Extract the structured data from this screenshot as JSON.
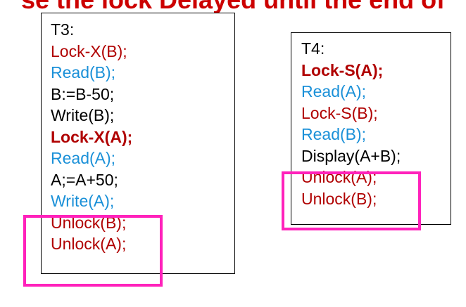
{
  "colors": {
    "title": "#cc0000",
    "lock": "#b00000",
    "read": "#1a90d8",
    "plain": "#000000",
    "highlight": "#ff22bb"
  },
  "title": "se the lock Delayed until the end of",
  "t3": {
    "lines": [
      {
        "text": "T3:",
        "kind": "plain",
        "bold": false
      },
      {
        "text": "Lock-X(B);",
        "kind": "lock",
        "bold": false
      },
      {
        "text": "Read(B);",
        "kind": "read",
        "bold": false
      },
      {
        "text": "B:=B-50;",
        "kind": "plain",
        "bold": false
      },
      {
        "text": "Write(B);",
        "kind": "plain",
        "bold": false
      },
      {
        "text": "Lock-X(A);",
        "kind": "lock",
        "bold": true
      },
      {
        "text": "Read(A);",
        "kind": "read",
        "bold": false
      },
      {
        "text": "A;=A+50;",
        "kind": "plain",
        "bold": false
      },
      {
        "text": "Write(A);",
        "kind": "read",
        "bold": false
      },
      {
        "text": "Unlock(B);",
        "kind": "lock",
        "bold": false
      },
      {
        "text": "Unlock(A);",
        "kind": "lock",
        "bold": false
      }
    ]
  },
  "t4": {
    "lines": [
      {
        "text": "T4:",
        "kind": "plain",
        "bold": false
      },
      {
        "text": "Lock-S(A);",
        "kind": "lock",
        "bold": true
      },
      {
        "text": "Read(A);",
        "kind": "read",
        "bold": false
      },
      {
        "text": "Lock-S(B);",
        "kind": "lock",
        "bold": false
      },
      {
        "text": "Read(B);",
        "kind": "read",
        "bold": false
      },
      {
        "text": "Display(A+B);",
        "kind": "plain",
        "bold": false
      },
      {
        "text": "Unlock(A);",
        "kind": "lock",
        "bold": false
      },
      {
        "text": "Unlock(B);",
        "kind": "lock",
        "bold": false
      }
    ]
  }
}
